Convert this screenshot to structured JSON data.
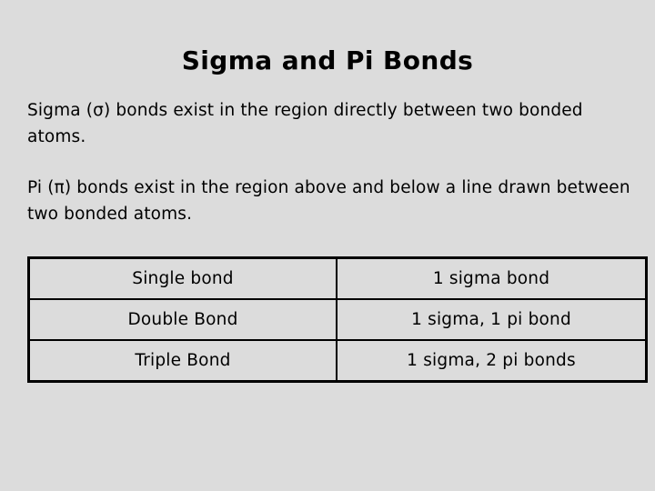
{
  "slide": {
    "background_color": "#dcdcdc",
    "text_color": "#000000",
    "title": "Sigma and Pi Bonds",
    "paragraphs": [
      "Sigma (σ) bonds exist in the region directly between two bonded atoms.",
      "Pi (π) bonds exist in the region above and below a line drawn between two bonded atoms."
    ],
    "table": {
      "border_color": "#000000",
      "rows": [
        {
          "bond_type": "Single bond",
          "composition": "1 sigma bond"
        },
        {
          "bond_type": "Double Bond",
          "composition": "1 sigma, 1 pi bond"
        },
        {
          "bond_type": "Triple Bond",
          "composition": "1 sigma, 2 pi bonds"
        }
      ]
    }
  }
}
